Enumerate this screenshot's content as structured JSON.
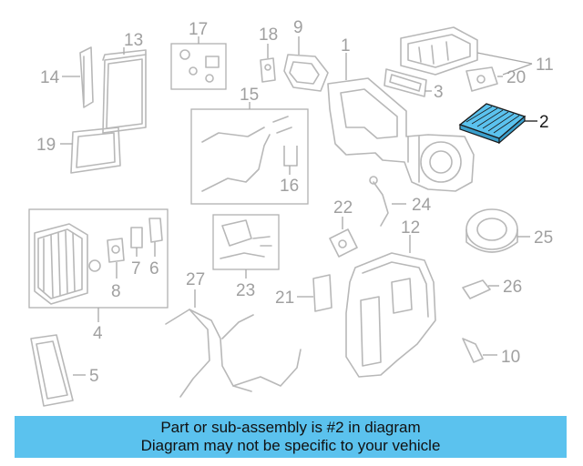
{
  "diagram": {
    "callouts": [
      "1",
      "2",
      "3",
      "4",
      "5",
      "6",
      "7",
      "8",
      "9",
      "10",
      "11",
      "12",
      "13",
      "14",
      "15",
      "16",
      "17",
      "18",
      "19",
      "20",
      "21",
      "22",
      "23",
      "24",
      "25",
      "26",
      "27"
    ],
    "highlighted_part": "2",
    "highlight_color": "#5bc2ee",
    "line_color": "#b8b8b8"
  },
  "banner": {
    "line1": "Part or sub-assembly is #2 in diagram",
    "line2": "Diagram may not be specific to your vehicle",
    "background": "#5bc2ee"
  }
}
